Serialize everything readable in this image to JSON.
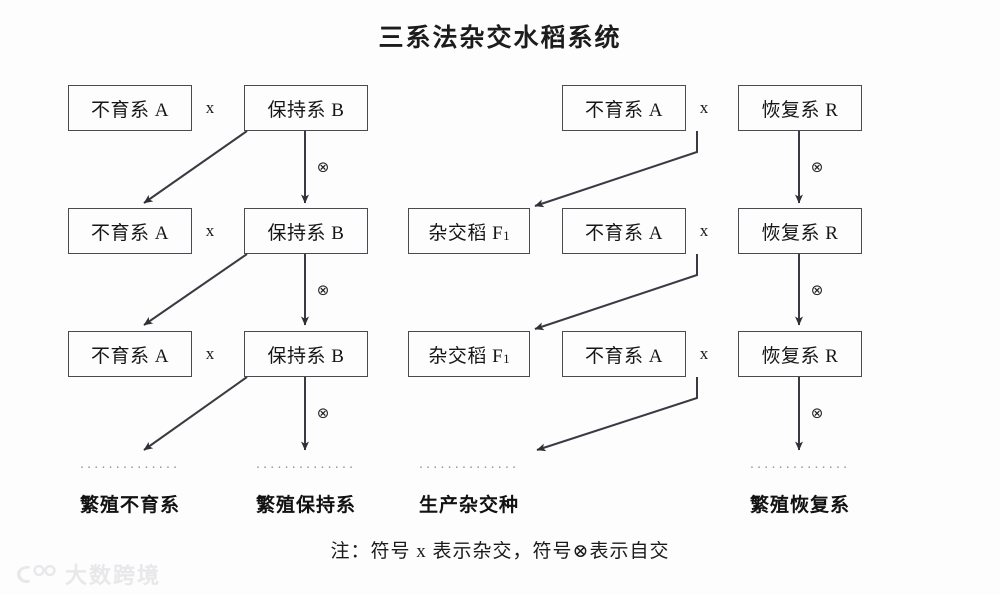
{
  "title": "三系法杂交水稻系统",
  "symbols": {
    "cross": "x",
    "self": "⊗",
    "dots": "..............",
    "subscript_one": "1"
  },
  "nodes": {
    "sterile_line": "不育系 A",
    "maintainer_line": "保持系 B",
    "restorer_line": "恢复系 R",
    "hybrid_rice": "杂交稻 F"
  },
  "rows": [
    {
      "row": 1,
      "cells": [
        {
          "label": "不育系 A",
          "name": "sterile-line-r1c1"
        },
        {
          "label": "x",
          "name": "cross-r1-left"
        },
        {
          "label": "保持系 B",
          "name": "maintainer-line-r1c2"
        },
        {
          "label": "不育系 A",
          "name": "sterile-line-r1c3"
        },
        {
          "label": "x",
          "name": "cross-r1-right"
        },
        {
          "label": "恢复系 R",
          "name": "restorer-line-r1c4"
        }
      ]
    },
    {
      "row": 2,
      "cells": [
        {
          "label": "不育系 A",
          "name": "sterile-line-r2c1"
        },
        {
          "label": "x",
          "name": "cross-r2-left"
        },
        {
          "label": "保持系 B",
          "name": "maintainer-line-r2c2"
        },
        {
          "label": "杂交稻 F",
          "sub": "1",
          "name": "hybrid-rice-r2"
        },
        {
          "label": "不育系 A",
          "name": "sterile-line-r2c3"
        },
        {
          "label": "x",
          "name": "cross-r2-right"
        },
        {
          "label": "恢复系 R",
          "name": "restorer-line-r2c4"
        }
      ]
    },
    {
      "row": 3,
      "cells": [
        {
          "label": "不育系 A",
          "name": "sterile-line-r3c1"
        },
        {
          "label": "x",
          "name": "cross-r3-left"
        },
        {
          "label": "保持系 B",
          "name": "maintainer-line-r3c2"
        },
        {
          "label": "杂交稻 F",
          "sub": "1",
          "name": "hybrid-rice-r3"
        },
        {
          "label": "不育系 A",
          "name": "sterile-line-r3c3"
        },
        {
          "label": "x",
          "name": "cross-r3-right"
        },
        {
          "label": "恢复系 R",
          "name": "restorer-line-r3c4"
        }
      ]
    }
  ],
  "bottom_labels": [
    {
      "text": "繁殖不育系",
      "name": "bottom-label-propagate-sterile"
    },
    {
      "text": "繁殖保持系",
      "name": "bottom-label-propagate-maintainer"
    },
    {
      "text": "生产杂交种",
      "name": "bottom-label-produce-hybrid-seed"
    },
    {
      "text": "繁殖恢复系",
      "name": "bottom-label-propagate-restorer"
    }
  ],
  "footnote": "注：符号 x 表示杂交，符号⊗表示自交",
  "watermark": {
    "text": "大数跨境"
  },
  "colors": {
    "background": "#fdfdfd",
    "box_border": "#4a4a50",
    "arrow": "#3a3a42",
    "text": "#161616",
    "dots": "#9a9aa2",
    "watermark": "#d8d8de"
  }
}
